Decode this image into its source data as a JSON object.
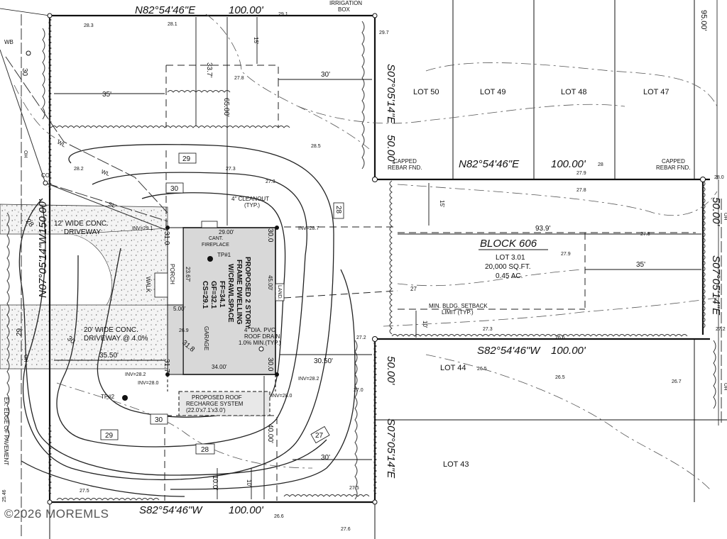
{
  "bearings": {
    "top": "N82°54'46\"E",
    "top_dist": "100.00'",
    "left": "N07°05'14\"W",
    "left_dist": "150.00'",
    "right_upper": "S07°05'14\"E",
    "right_upper_dist": "50.00'",
    "mid_top": "N82°54'46\"E",
    "mid_top_dist": "100.00'",
    "block_right": "S07°05'14\"E",
    "block_right_dist": "50.00'",
    "mid_bottom": "S82°54'46\"W",
    "mid_bottom_dist": "100.00'",
    "right_lower": "S07°05'14\"E",
    "right_lower_dist": "50.00'",
    "bottom": "S82°54'46\"W",
    "bottom_dist": "100.00'",
    "far_right_top": "95.00'"
  },
  "lots": {
    "lot50": "LOT 50",
    "lot49": "LOT 49",
    "lot48": "LOT 48",
    "lot47": "LOT 47",
    "lot44": "LOT 44",
    "lot43": "LOT 43"
  },
  "block": {
    "name": "BLOCK 606",
    "lot": "LOT 3.01",
    "sqft": "20,000 SQ.FT.",
    "acres": "0.45 AC."
  },
  "labels": {
    "irrigation_line1": "IRRIGATION",
    "irrigation_line2": "BOX",
    "capped1_line1": "CAPPED",
    "capped1_line2": "REBAR FND.",
    "capped2_line1": "CAPPED",
    "capped2_line2": "REBAR FND.",
    "driveway12_line1": "12' WIDE CONC.",
    "driveway12_line2": "DRIVEWAY",
    "driveway20_line1": "20' WIDE CONC.",
    "driveway20_line2": "DRIVEWAY @ 4.0%",
    "dwelling_line1": "PROPOSED 2 STORY",
    "dwelling_line2": "FRAME DWELLING",
    "dwelling_line3": "W/CRAWLSPACE",
    "ff": "FF=34.1",
    "gf": "GF=32.1",
    "cs": "CS=29.1",
    "cleanout_line1": "4\" CLEANOUT",
    "cleanout_line2": "(TYP.)",
    "fireplace_line1": "CANT.",
    "fireplace_line2": "FIREPLACE",
    "tp1": "TP#1",
    "tp2": "TP#2",
    "porch": "PORCH",
    "walk": "WALK",
    "garage": "GARAGE",
    "land": "LAND.",
    "pvc_line1": "4\" DIA. PVC",
    "pvc_line2": "ROOF DRAIN",
    "pvc_line3": "1.0% MIN.(TYP.)",
    "recharge_line1": "PROPOSED ROOF",
    "recharge_line2": "RECHARGE SYSTEM",
    "recharge_line3": "(22.0'x7.1'x3.0')",
    "setback_line1": "MIN. BLDG. SETBACK",
    "setback_line2": "LIMIT (TYP.)",
    "pavement": "EX. EDGE OF PAVEMENT",
    "wb": "WB",
    "co": "CO",
    "sl": "SL",
    "wl1": "WL",
    "wl2": "WL",
    "oh1": "OH",
    "oh2": "OH",
    "oh3": "OH",
    "oh4": "OH"
  },
  "dims": {
    "d35a": "35'",
    "d337": "33.7'",
    "d6500": "65.00'",
    "d15a": "15'",
    "d30a": "30'",
    "d15b": "15'",
    "d939": "93.9'",
    "d35b": "35'",
    "d10a": "10'",
    "d3550": "35.50'",
    "d3050": "30.50'",
    "d4000": "40.00'",
    "d100": "10.0'",
    "d10b": "10'",
    "d30b": "30'",
    "d2900": "29.00'",
    "d3400": "34.00'",
    "d4500": "45.00'",
    "d310": "31.0",
    "d300a": "30.0",
    "d300b": "30.0",
    "d317": "31.7",
    "d318": "31.8",
    "d2367": "23.67'",
    "d500": "5.00'"
  },
  "contours": {
    "c29a": "29",
    "c30a": "30",
    "c28a": "28",
    "c29b": "29",
    "c30b": "30",
    "c28b": "28",
    "c27": "27",
    "c27b": "27",
    "c28c": "28",
    "c29c": "29",
    "c30c": "30",
    "c30d": "30"
  },
  "inverts": {
    "inv291": "INV=29.1",
    "inv287": "INV=28.7",
    "inv282a": "INV=28.2",
    "inv280a": "INV=28.0",
    "inv282b": "INV=28.2",
    "inv280b": "INV=28.0"
  },
  "spots": {
    "s283": "28.3",
    "s281": "28.1",
    "s291": "29.1",
    "s297": "29.7",
    "s278a": "27.8",
    "s273a": "27.3",
    "s273b": "27.3",
    "s282": "28.2",
    "s285": "28.5",
    "s279a": "27.9",
    "s278b": "27.8",
    "s28": "28",
    "s280": "28.0",
    "s278c": "27.8",
    "s279b": "27.9",
    "s269": "26.9",
    "s273c": "27.3",
    "s266a": "26.6",
    "s265a": "26.5",
    "s267": "26.7",
    "s272": "27.2",
    "s270": "27.0",
    "s275a": "27.5",
    "s275b": "27.5",
    "s266b": "26.6",
    "s265b": "26.5",
    "s2546": "25.46",
    "s272b": "27.2",
    "s276": "27.6"
  },
  "watermark": "©2026 MOREMLS"
}
